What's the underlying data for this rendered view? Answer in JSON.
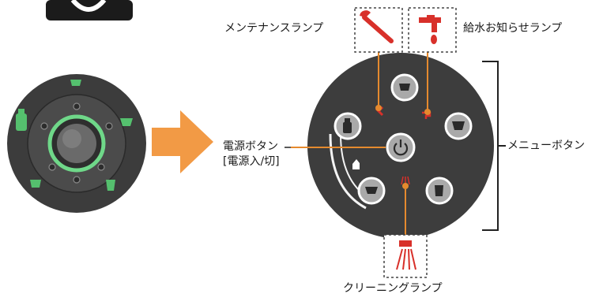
{
  "labels": {
    "maintenance_lamp": "メンテナンスランプ",
    "water_lamp": "給水お知らせランプ",
    "power_button_line1": "電源ボタン",
    "power_button_line2": "[電源入/切]",
    "menu_buttons": "メニューボタン",
    "cleaning_lamp": "クリーニングランプ"
  },
  "colors": {
    "panel_dark": "#3a3a3a",
    "panel_mid": "#4a4a4a",
    "green_ring": "#5ec77a",
    "arrow_orange": "#f29a45",
    "lamp_red": "#d8302a",
    "leader_orange": "#e58a2e",
    "leader_black": "#222222"
  },
  "icons": {
    "wrench": "wrench-icon",
    "water_tap": "water-tap-icon",
    "cleaning_spray": "cleaning-spray-icon",
    "power": "power-icon",
    "cup": "cup-icon"
  }
}
